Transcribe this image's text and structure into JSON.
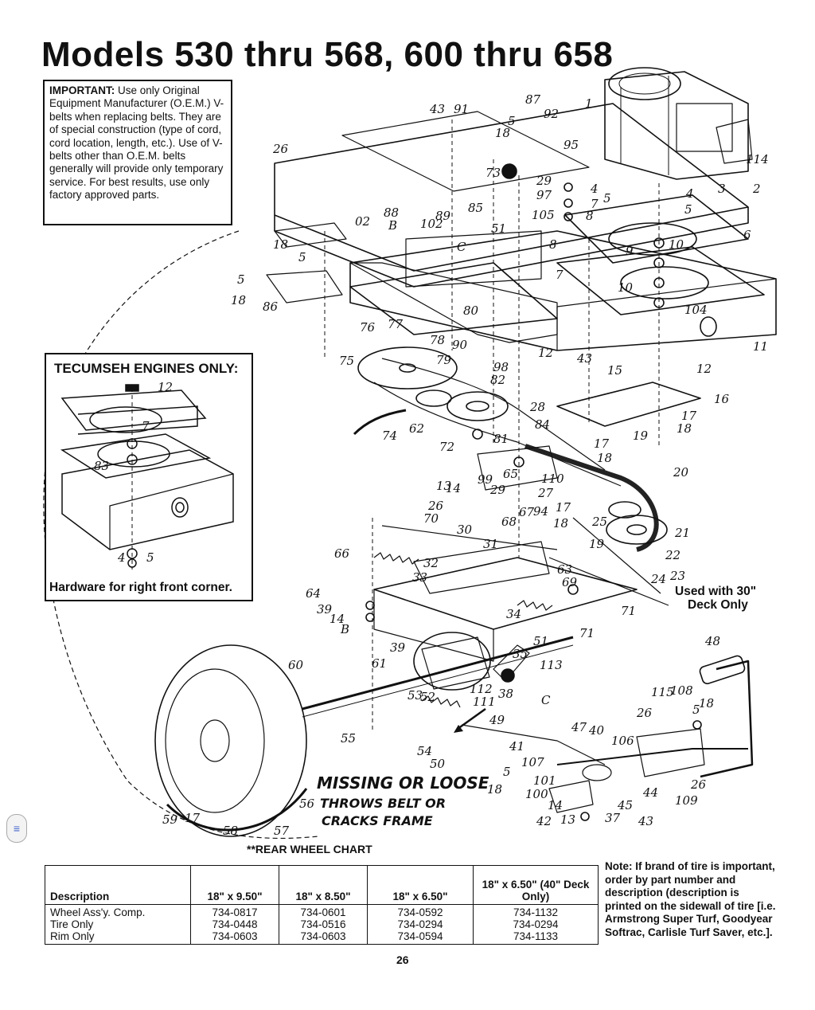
{
  "title": "Models 530 thru 568, 600 thru 658",
  "important": {
    "label": "IMPORTANT:",
    "text": "Use only Original Equipment Manufacturer (O.E.M.) V-belts when replacing belts. They are of special construction (type of cord, cord location, length, etc.). Use of V-belts other than O.E.M. belts generally will provide only temporary service. For best results, use only factory approved parts."
  },
  "tecumseh": {
    "heading": "TECUMSEH ENGINES ONLY:",
    "caption": "Hardware for right front corner.",
    "callouts": [
      "12",
      "7",
      "83",
      "4",
      "5"
    ]
  },
  "callouts": [
    "26",
    "43",
    "91",
    "87",
    "5",
    "92",
    "18",
    "95",
    "73",
    "29",
    "97",
    "4",
    "5",
    "7",
    "8",
    "3",
    "2",
    "114",
    "1",
    "88",
    "102",
    "89",
    "85",
    "105",
    "B",
    "C",
    "51",
    "02",
    "18",
    "5",
    "5",
    "18",
    "86",
    "80",
    "76",
    "77",
    "78",
    "90",
    "98",
    "79",
    "82",
    "75",
    "74",
    "62",
    "72",
    "81",
    "28",
    "84",
    "12",
    "43",
    "15",
    "12",
    "16",
    "17",
    "18",
    "17",
    "19",
    "18",
    "20",
    "99",
    "65",
    "110",
    "29",
    "27",
    "14",
    "13",
    "26",
    "70",
    "30",
    "68",
    "31",
    "94",
    "67",
    "17",
    "18",
    "25",
    "21",
    "19",
    "22",
    "66",
    "32",
    "33",
    "63",
    "69",
    "24",
    "23",
    "64",
    "39",
    "14",
    "B",
    "34",
    "71",
    "71",
    "48",
    "60",
    "61",
    "35",
    "113",
    "39",
    "51",
    "53",
    "52",
    "112",
    "111",
    "38",
    "C",
    "115",
    "108",
    "5",
    "18",
    "26",
    "55",
    "54",
    "50",
    "49",
    "47",
    "40",
    "41",
    "107",
    "106",
    "5",
    "101",
    "100",
    "18",
    "14",
    "13",
    "42",
    "37",
    "45",
    "43",
    "44",
    "26",
    "109",
    "59",
    "17",
    "58",
    "57",
    "56",
    "10",
    "9",
    "6",
    "8",
    "7",
    "10",
    "104",
    "11",
    "4",
    "5"
  ],
  "handwritten_note": {
    "line1": "MISSING OR LOOSE",
    "line2": "THROWS BELT OR",
    "line3": "CRACKS FRAME"
  },
  "used_with": {
    "line1": "Used with 30\"",
    "line2": "Deck Only"
  },
  "rear_wheel_chart": {
    "title": "**REAR WHEEL CHART",
    "headers": [
      "Description",
      "18\" x 9.50\"",
      "18\" x 8.50\"",
      "18\" x 6.50\"",
      "18\" x 6.50\" (40\" Deck Only)"
    ],
    "rows": [
      {
        "description": "Wheel Ass'y. Comp.",
        "values": [
          "734-0817",
          "734-0601",
          "734-0592",
          "734-1132"
        ]
      },
      {
        "description": "Tire Only",
        "values": [
          "734-0448",
          "734-0516",
          "734-0294",
          "734-0294"
        ]
      },
      {
        "description": "Rim Only",
        "values": [
          "734-0603",
          "734-0603",
          "734-0594",
          "734-1133"
        ]
      }
    ]
  },
  "note": "Note: If brand of tire is important, order by part number and description (description is printed on the sidewall of tire [i.e. Armstrong Super Turf, Goodyear Softrac, Carlisle Turf Saver, etc.].",
  "page_number": "26",
  "colors": {
    "ink": "#111111",
    "paper": "#ffffff"
  },
  "icons": {
    "side_tab": "menu-icon"
  }
}
